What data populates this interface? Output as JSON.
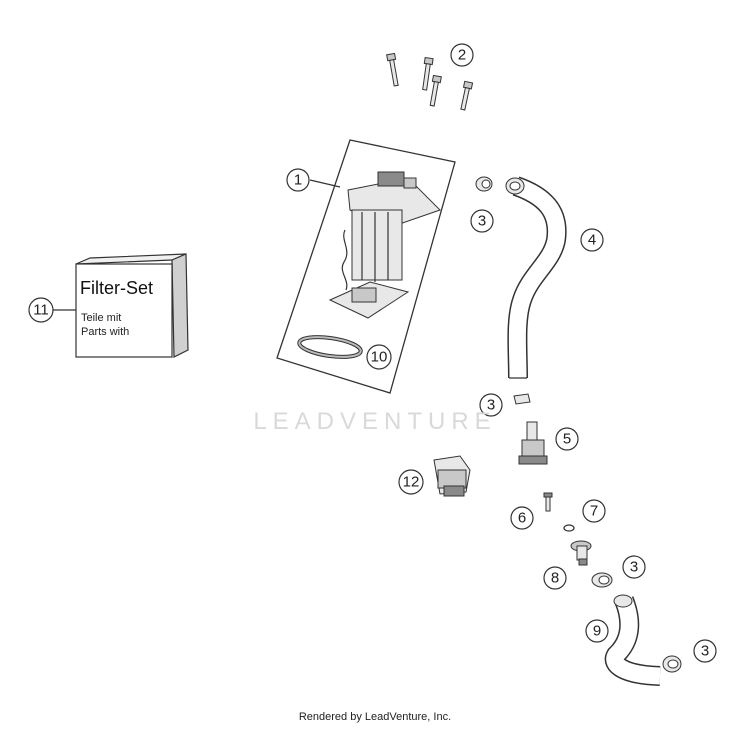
{
  "callouts": [
    {
      "id": "1",
      "label": "1"
    },
    {
      "id": "2",
      "label": "2"
    },
    {
      "id": "3a",
      "label": "3"
    },
    {
      "id": "3b",
      "label": "3"
    },
    {
      "id": "3c",
      "label": "3"
    },
    {
      "id": "3d",
      "label": "3"
    },
    {
      "id": "4",
      "label": "4"
    },
    {
      "id": "5",
      "label": "5"
    },
    {
      "id": "6",
      "label": "6"
    },
    {
      "id": "7",
      "label": "7"
    },
    {
      "id": "8",
      "label": "8"
    },
    {
      "id": "9",
      "label": "9"
    },
    {
      "id": "10",
      "label": "10"
    },
    {
      "id": "11",
      "label": "11"
    },
    {
      "id": "12",
      "label": "12"
    }
  ],
  "filter_box": {
    "title": "Filter-Set",
    "line1": "Teile mit",
    "line2": "Parts with"
  },
  "watermark": "LEADVENTURE",
  "footer": "Rendered by LeadVenture, Inc."
}
